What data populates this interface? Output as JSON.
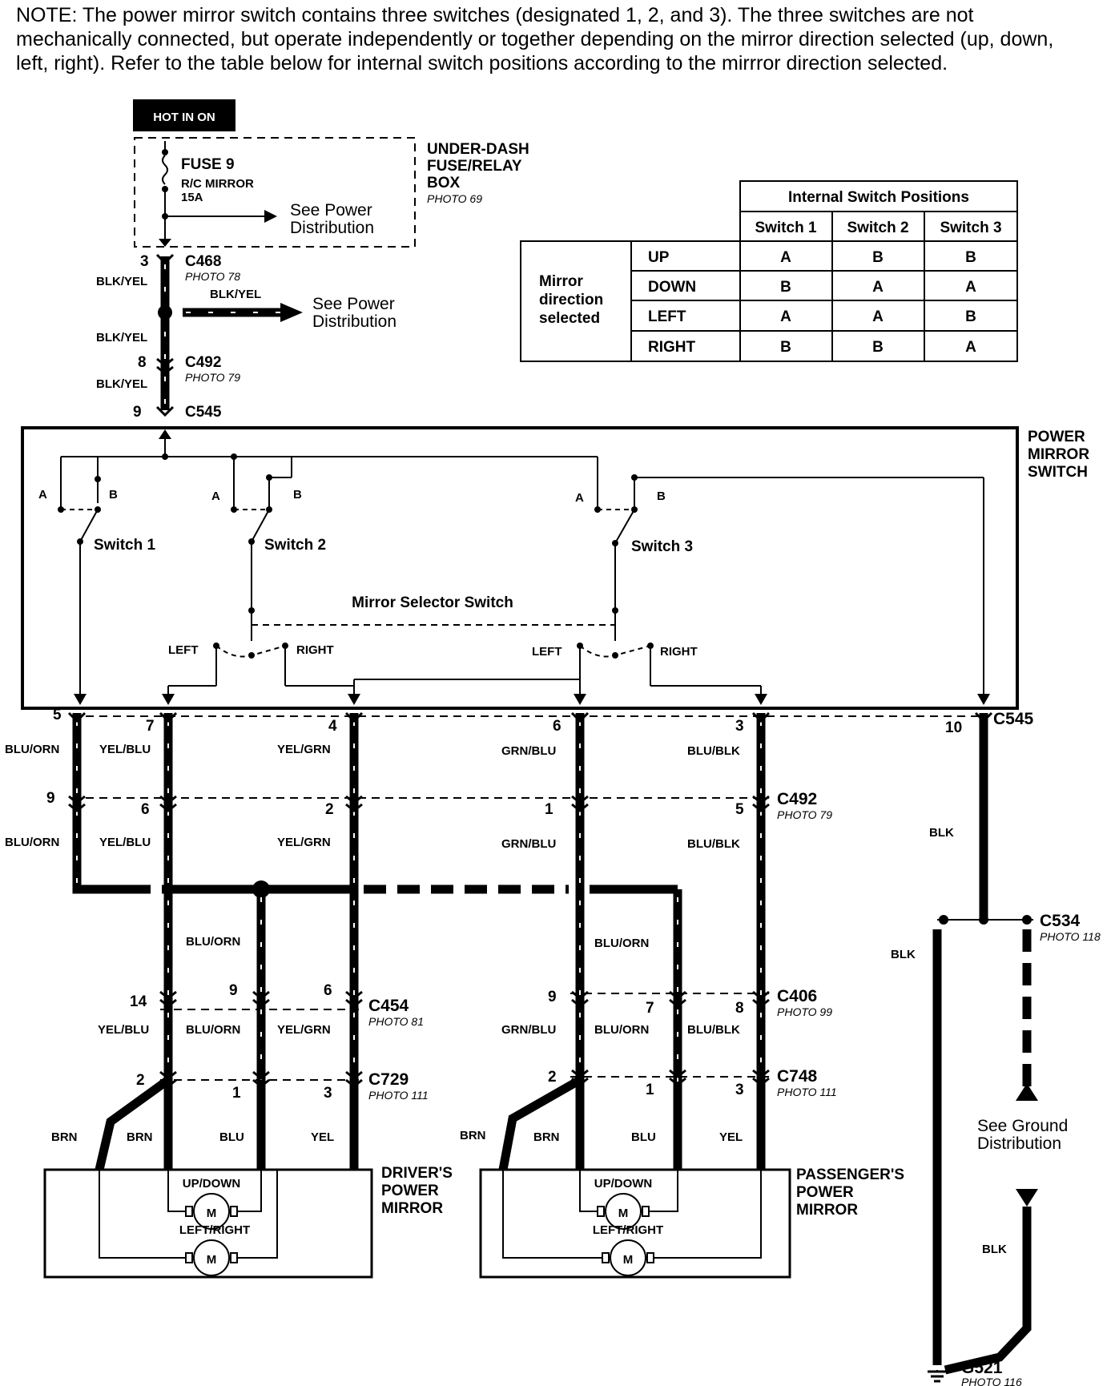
{
  "note": "NOTE: The power mirror switch contains three switches (designated 1, 2, and 3). The three switches are not mechanically connected, but operate independently or together depending on the mirror direction selected (up, down, left, right). Refer to the table below for internal switch positions according to the mirrror direction selected.",
  "fuse_box": {
    "hot_label": "HOT IN ON",
    "fuse": "FUSE 9",
    "fuse_desc": "R/C MIRROR",
    "fuse_amps": "15A",
    "see_power_1": "See Power",
    "see_power_2": "Distribution",
    "box_name_1": "UNDER-DASH",
    "box_name_2": "FUSE/RELAY",
    "box_name_3": "BOX",
    "box_photo": "PHOTO 69"
  },
  "upper_feed": {
    "c468": "C468",
    "c468_photo": "PHOTO 78",
    "c468_pin": "3",
    "c492": "C492",
    "c492_photo": "PHOTO 79",
    "c492_pin": "8",
    "c545": "C545",
    "c545_pin": "9",
    "wire": "BLK/YEL",
    "splice_wire": "BLK/YEL",
    "see_power_1": "See Power",
    "see_power_2": "Distribution"
  },
  "table": {
    "title": "Internal Switch Positions",
    "headers": [
      "Switch 1",
      "Switch 2",
      "Switch 3"
    ],
    "row_header_1": "Mirror",
    "row_header_2": "direction",
    "row_header_3": "selected",
    "rows": [
      {
        "dir": "UP",
        "s1": "A",
        "s2": "B",
        "s3": "B"
      },
      {
        "dir": "DOWN",
        "s1": "B",
        "s2": "A",
        "s3": "A"
      },
      {
        "dir": "LEFT",
        "s1": "A",
        "s2": "A",
        "s3": "B"
      },
      {
        "dir": "RIGHT",
        "s1": "B",
        "s2": "B",
        "s3": "A"
      }
    ]
  },
  "switch_unit": {
    "name_1": "POWER",
    "name_2": "MIRROR",
    "name_3": "SWITCH",
    "switch1": "Switch 1",
    "switch2": "Switch 2",
    "switch3": "Switch 3",
    "pos_a": "A",
    "pos_b": "B",
    "selector": "Mirror Selector Switch",
    "left": "LEFT",
    "right": "RIGHT"
  },
  "connectors": {
    "c545": "C545",
    "c492": "C492",
    "c492_photo": "PHOTO 79",
    "c454": "C454",
    "c454_photo": "PHOTO 81",
    "c729": "C729",
    "c729_photo": "PHOTO 111",
    "c406": "C406",
    "c406_photo": "PHOTO 99",
    "c748": "C748",
    "c748_photo": "PHOTO 111",
    "c534": "C534",
    "c534_photo": "PHOTO 118",
    "g521": "G521",
    "g521_photo": "PHOTO 116"
  },
  "pins": {
    "c545": [
      "5",
      "7",
      "4",
      "6",
      "3",
      "10"
    ],
    "c492": [
      "9",
      "6",
      "2",
      "1",
      "5"
    ],
    "c454": [
      "14",
      "9",
      "6"
    ],
    "c729": [
      "2",
      "1",
      "3"
    ],
    "c406": [
      "9",
      "7",
      "8"
    ],
    "c748": [
      "2",
      "1",
      "3"
    ]
  },
  "wires": {
    "blu_orn": "BLU/ORN",
    "yel_blu": "YEL/BLU",
    "yel_grn": "YEL/GRN",
    "grn_blu": "GRN/BLU",
    "blu_blk": "BLU/BLK",
    "blk": "BLK",
    "brn": "BRN",
    "blu": "BLU",
    "yel": "YEL"
  },
  "mirrors": {
    "driver_1": "DRIVER'S",
    "driver_2": "POWER",
    "driver_3": "MIRROR",
    "pass_1": "PASSENGER'S",
    "pass_2": "POWER",
    "pass_3": "MIRROR",
    "updown": "UP/DOWN",
    "leftright": "LEFT/RIGHT",
    "motor": "M"
  },
  "ground": {
    "see_1": "See Ground",
    "see_2": "Distribution"
  }
}
